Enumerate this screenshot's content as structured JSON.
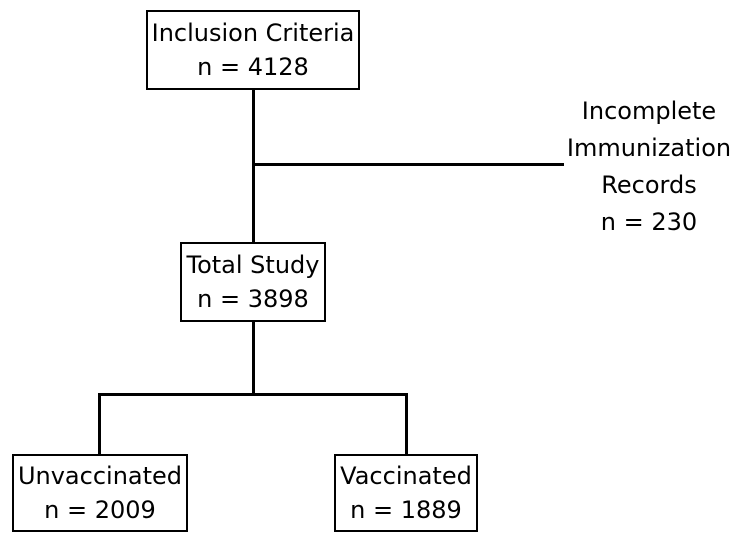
{
  "inclusion": {
    "title": "Inclusion Criteria",
    "n": "n = 4128"
  },
  "exclusion": {
    "line1": "Incomplete",
    "line2": "Immunization",
    "line3": "Records",
    "n": "n = 230"
  },
  "total": {
    "title": "Total Study",
    "n": "n = 3898"
  },
  "unvaccinated": {
    "title": "Unvaccinated",
    "n": "n = 2009"
  },
  "vaccinated": {
    "title": "Vaccinated",
    "n": "n = 1889"
  }
}
